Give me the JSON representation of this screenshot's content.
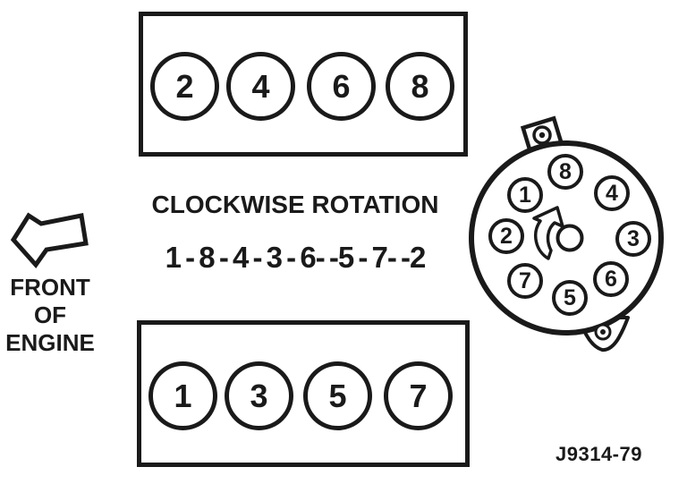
{
  "banks": {
    "top_cylinders": [
      "2",
      "4",
      "6",
      "8"
    ],
    "bottom_cylinders": [
      "1",
      "3",
      "5",
      "7"
    ]
  },
  "rotation_label": "CLOCKWISE ROTATION",
  "firing_order": "1 - 8 - 4 - 3 - 6- -5 - 7- -2",
  "front_of_engine": "FRONT\nOF\nENGINE",
  "figure_ref": "J9314-79",
  "distributor": {
    "terminals": [
      "8",
      "4",
      "3",
      "6",
      "5",
      "7",
      "2",
      "1"
    ],
    "rotation": "clockwise"
  },
  "colors": {
    "ink": "#1a1a1a",
    "background": "#ffffff"
  }
}
